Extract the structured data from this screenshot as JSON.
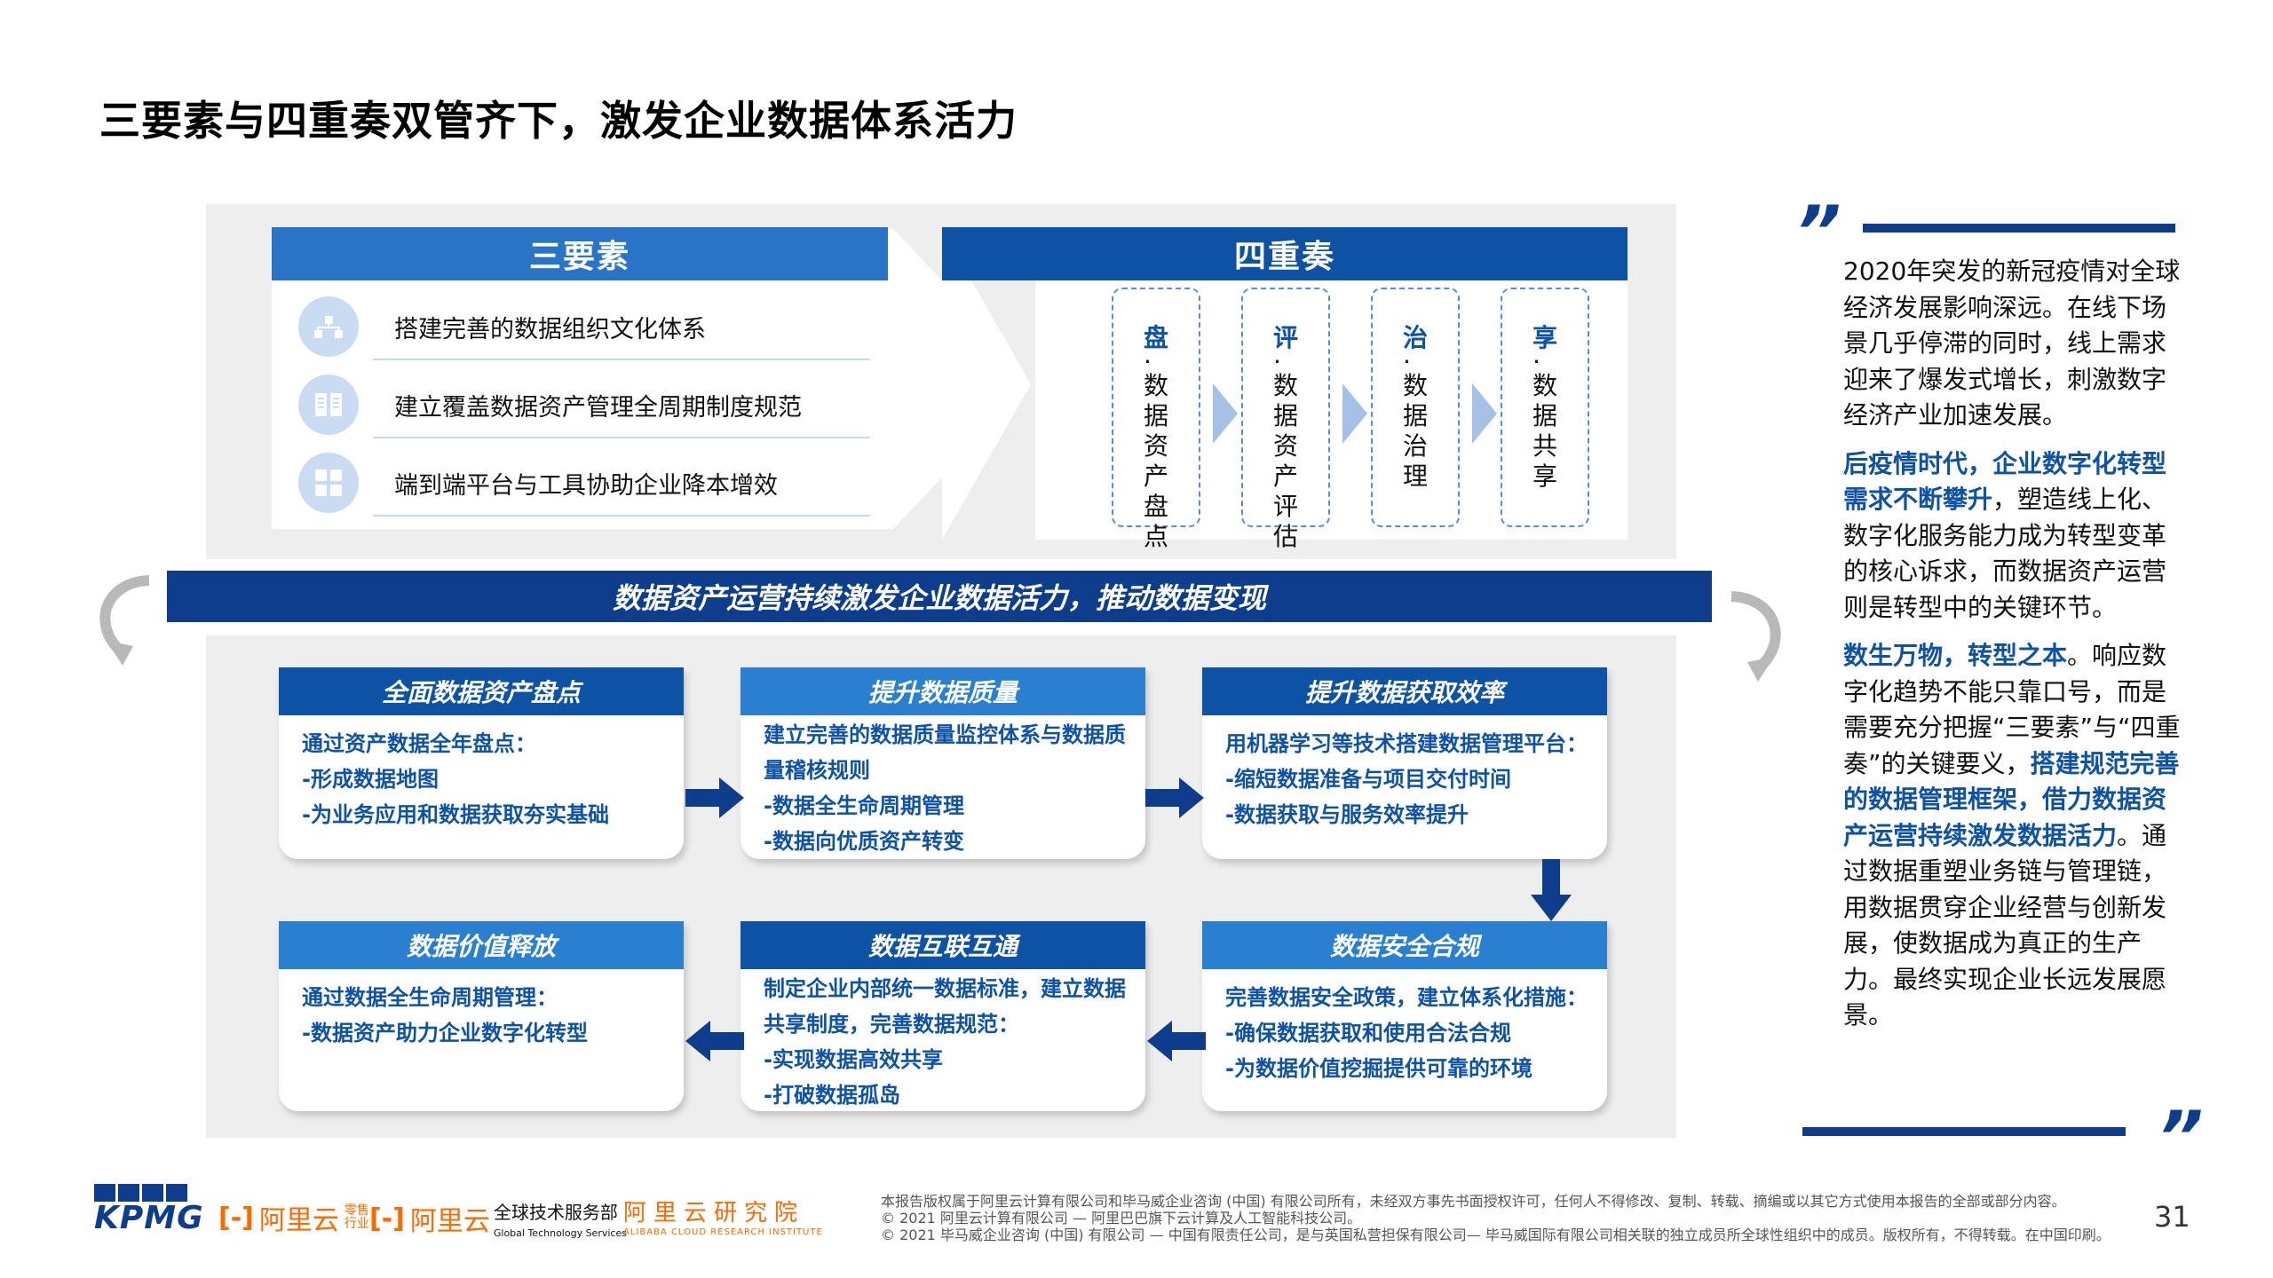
{
  "title": "三要素与四重奏双管齐下，激发企业数据体系活力",
  "three_elements": {
    "header": "三要素",
    "items": [
      {
        "icon": "org-chart-icon",
        "text": "搭建完善的数据组织文化体系"
      },
      {
        "icon": "book-icon",
        "text": "建立覆盖数据资产管理全周期制度规范"
      },
      {
        "icon": "grid-icon",
        "text": "端到端平台与工具协助企业降本增效"
      }
    ]
  },
  "four_quartet": {
    "header": "四重奏",
    "steps": [
      {
        "key": "盘",
        "rest": "数据资产盘点"
      },
      {
        "key": "评",
        "rest": "数据资产评估"
      },
      {
        "key": "治",
        "rest": "数据治理"
      },
      {
        "key": "享",
        "rest": "数据共享"
      }
    ]
  },
  "banner": "数据资产运营持续激发企业数据活力，推动数据变现",
  "cards": [
    {
      "title": "全面数据资产盘点",
      "lines": [
        "通过资产数据全年盘点：",
        "-形成数据地图",
        "-为业务应用和数据获取夯实基础"
      ]
    },
    {
      "title": "提升数据质量",
      "lines": [
        "建立完善的数据质量监控体系与数据质",
        "量稽核规则",
        "-数据全生命周期管理",
        "-数据向优质资产转变"
      ]
    },
    {
      "title": "提升数据获取效率",
      "lines": [
        "用机器学习等技术搭建数据管理平台：",
        "-缩短数据准备与项目交付时间",
        "-数据获取与服务效率提升"
      ]
    },
    {
      "title": "数据价值释放",
      "lines": [
        "通过数据全生命周期管理：",
        "-数据资产助力企业数字化转型"
      ]
    },
    {
      "title": "数据互联互通",
      "lines": [
        "制定企业内部统一数据标准，建立数据",
        "共享制度，完善数据规范：",
        "-实现数据高效共享",
        "-打破数据孤岛"
      ]
    },
    {
      "title": "数据安全合规",
      "lines": [
        "完善数据安全政策，建立体系化措施：",
        "-确保数据获取和使用合法合规",
        "-为数据价值挖掘提供可靠的环境"
      ]
    }
  ],
  "side": {
    "quote_open": "”",
    "quote_close": "”",
    "p1": "2020年突发的新冠疫情对全球经济发展影响深远。在线下场景几乎停滞的同时，线上需求迎来了爆发式增长，刺激数字经济产业加速发展。",
    "p2_hl": "后疫情时代，企业数字化转型需求不断攀升",
    "p2": "，塑造线上化、数字化服务能力成为转型变革的核心诉求，而数据资产运营则是转型中的关键环节。",
    "p3_hl1": "数生万物，转型之本",
    "p3_a": "。响应数字化趋势不能只靠口号，而是需要充分把握“三要素”与“四重奏”的关键要义，",
    "p3_hl2": "搭建规范完善的数据管理框架，借力数据资产运营持续激发数据活力",
    "p3_b": "。通过数据重塑业务链与管理链，用数据贯穿企业经营与创新发展，使数据成为真正的生产力。最终实现企业长远发展愿景。"
  },
  "footer": {
    "kpmg": "KPMG",
    "ali1_bracket": "[-]",
    "ali1_name": "阿里云",
    "ali1_small1": "零售",
    "ali1_small2": "行业",
    "ali2_bracket": "[-]",
    "ali2_name": "阿里云",
    "ali2_sub": "全球技术服务部",
    "ali2_en": "Global Technology Services",
    "ali3_cn": "阿里云研究院",
    "ali3_en": "ALIBABA CLOUD RESEARCH INSTITUTE",
    "copyright": [
      "本报告版权属于阿里云计算有限公司和毕马威企业咨询 (中国) 有限公司所有，未经双方事先书面授权许可，任何人不得修改、复制、转载、摘编或以其它方式使用本报告的全部或部分内容。",
      "© 2021 阿里云计算有限公司 — 阿里巴巴旗下云计算及人工智能科技公司。",
      "© 2021 毕马威企业咨询 (中国) 有限公司 — 中国有限责任公司，是与英国私营担保有限公司— 毕马威国际有限公司相关联的独立成员所全球性组织中的成员。版权所有，不得转载。在中国印刷。"
    ],
    "page": "31"
  },
  "colors": {
    "dark_blue": "#0e3d8c",
    "mid_blue": "#0e52a6",
    "light_blue": "#2a74c8",
    "orange": "#ff6a00"
  }
}
